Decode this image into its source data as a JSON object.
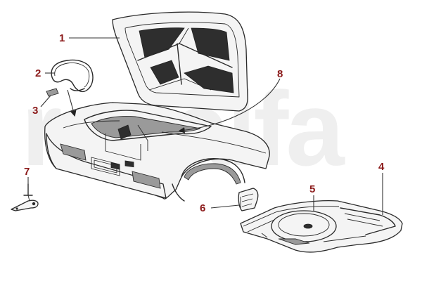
{
  "watermark": "revalfa",
  "callouts": [
    {
      "id": "1",
      "label": "1",
      "part": "boot-lid"
    },
    {
      "id": "2",
      "label": "2",
      "part": "boot-lid-seal"
    },
    {
      "id": "3",
      "label": "3",
      "part": "seal-clip"
    },
    {
      "id": "4",
      "label": "4",
      "part": "boot-floor"
    },
    {
      "id": "5",
      "label": "5",
      "part": "spare-wheel-well"
    },
    {
      "id": "6",
      "label": "6",
      "part": "fuel-filler-flap"
    },
    {
      "id": "7",
      "label": "7",
      "part": "bracket"
    },
    {
      "id": "8",
      "label": "8",
      "part": "rear-body-section"
    }
  ],
  "colors": {
    "callout": "#8b1a1a",
    "watermark": "#efefef",
    "line": "#2a2a2a"
  }
}
